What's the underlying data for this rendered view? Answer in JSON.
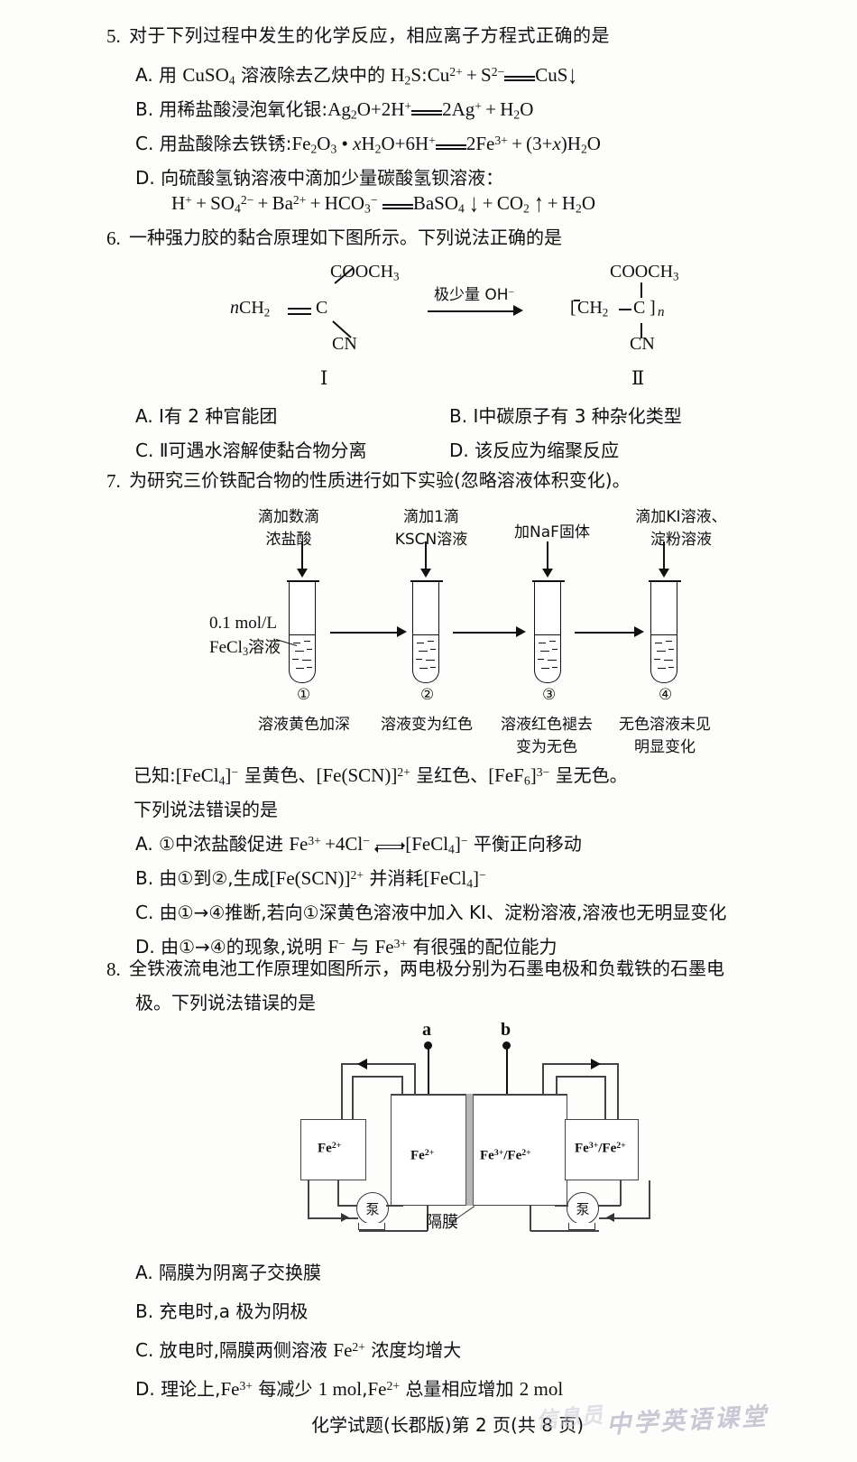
{
  "doc": {
    "footer_text": "化学试题(长郡版)第 2 页(共 8 页)",
    "watermark": "中学英语课堂"
  },
  "q5": {
    "number": "5.",
    "stem": "对于下列过程中发生的化学反应，相应离子方程式正确的是",
    "options": {
      "a_label": "A.",
      "a_cn1": "用 CuSO",
      "a_cn1_sub": "4",
      "a_cn2": " 溶液除去乙炔中的 ",
      "a_eq_pre": "H",
      "a_text": "用 CuSO4 溶液除去乙炔中的 H2S：Cu2+ + S2- === CuS↓",
      "b_label": "B.",
      "b_text": "用稀盐酸浸泡氧化银：Ag2O + 2H+ === 2Ag+ + H2O",
      "c_label": "C.",
      "c_text": "用盐酸除去铁锈：Fe2O3·xH2O + 6H+ === 2Fe3+ + (3+x)H2O",
      "d_label": "D.",
      "d_text": "向硫酸氢钠溶液中滴加少量碳酸氢钡溶液：",
      "d_eq": "H+ + SO42- + Ba2+ + HCO3- === BaSO4↓ + CO2↑ + H2O"
    }
  },
  "q6": {
    "number": "6.",
    "stem": "一种强力胶的黏合原理如下图所示。下列说法正确的是",
    "scheme": {
      "monomer_n": "n",
      "monomer_ch2": "CH",
      "monomer_ch2_sub": "2",
      "monomer_c": "C",
      "monomer_top": "COOCH",
      "monomer_top_sub": "3",
      "monomer_bottom": "CN",
      "condition": "极少量 OH",
      "condition_sup": "−",
      "polymer_ch2": "CH",
      "polymer_ch2_sub": "2",
      "polymer_c": "C",
      "polymer_n": "n",
      "polymer_top": "COOCH",
      "polymer_top_sub": "3",
      "polymer_bottom": "CN",
      "label_left": "Ⅰ",
      "label_right": "Ⅱ"
    },
    "options": {
      "a_label": "A.",
      "a_text": "Ⅰ有 2 种官能团",
      "b_label": "B.",
      "b_text": "Ⅰ中碳原子有 3 种杂化类型",
      "c_label": "C.",
      "c_text": "Ⅱ可遇水溶解使黏合物分离",
      "d_label": "D.",
      "d_text": "该反应为缩聚反应"
    }
  },
  "q7": {
    "number": "7.",
    "stem": "为研究三价铁配合物的性质进行如下实验(忽略溶液体积变化)。",
    "diagram": {
      "left_label_line1": "0.1 mol/L",
      "left_label_line2": "FeCl",
      "left_label_line2_sub": "3",
      "left_label_line2_end": "溶液",
      "steps": [
        {
          "add_line1": "滴加数滴",
          "add_line2": "浓盐酸",
          "marker": "①",
          "result_line1": "溶液黄色加深",
          "result_line2": ""
        },
        {
          "add_line1": "滴加1滴",
          "add_line2": "KSCN溶液",
          "marker": "②",
          "result_line1": "溶液变为红色",
          "result_line2": ""
        },
        {
          "add_line1": "加NaF固体",
          "add_line2": "",
          "marker": "③",
          "result_line1": "溶液红色褪去",
          "result_line2": "变为无色"
        },
        {
          "add_line1": "滴加KI溶液、",
          "add_line2": "淀粉溶液",
          "marker": "④",
          "result_line1": "无色溶液未见",
          "result_line2": "明显变化"
        }
      ]
    },
    "known": "已知：[FeCl4]− 呈黄色、[Fe(SCN)]2+ 呈红色、[FeF6]3− 呈无色。",
    "prompt": "下列说法错误的是",
    "options": {
      "a_label": "A.",
      "a_text": "①中浓盐酸促进 Fe3+ + 4Cl− ⇌ [FeCl4]− 平衡正向移动",
      "b_label": "B.",
      "b_text": "由①到②，生成[Fe(SCN)]2+ 并消耗[FeCl4]−",
      "c_label": "C.",
      "c_text": "由①→④推断，若向①深黄色溶液中加入 KI、淀粉溶液，溶液也无明显变化",
      "d_label": "D.",
      "d_text": "由①→④的现象，说明 F− 与 Fe3+ 有很强的配位能力"
    }
  },
  "q8": {
    "number": "8.",
    "stem_line1": "全铁液流电池工作原理如图所示，两电极分别为石墨电极和负载铁的石墨电",
    "stem_line2": "极。下列说法错误的是",
    "diagram": {
      "terminal_a": "a",
      "terminal_b": "b",
      "tank_left": "Fe",
      "tank_left_sup": "2+",
      "cell_left": "Fe",
      "cell_left_sup": "2+",
      "cell_right": "Fe",
      "cell_right_sup": "3+/Fe2+",
      "tank_right": "Fe",
      "tank_right_sup": "3+/Fe2+",
      "pump_label": "泵",
      "membrane_label": "隔膜"
    },
    "options": {
      "a_label": "A.",
      "a_text": "隔膜为阴离子交换膜",
      "b_label": "B.",
      "b_text": "充电时，a 极为阴极",
      "c_label": "C.",
      "c_text": "放电时，隔膜两侧溶液 Fe2+ 浓度均增大",
      "d_label": "D.",
      "d_text": "理论上，Fe3+ 每减少 1 mol，Fe2+ 总量相应增加 2 mol"
    }
  }
}
